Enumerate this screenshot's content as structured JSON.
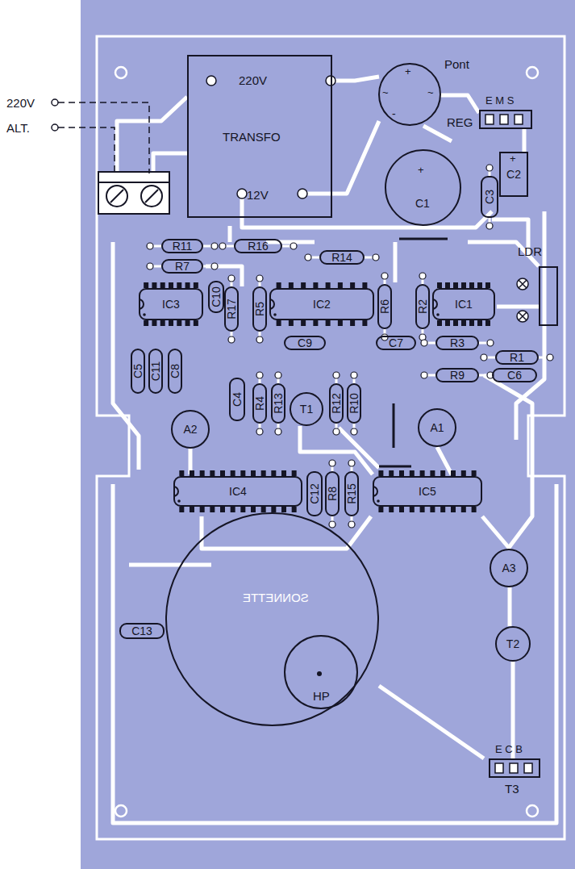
{
  "diagram": {
    "nodes": [
      {
        "text": [
          "220V",
          "TRANSFO",
          "12V"
        ]
      },
      {
        "text": [
          "Pont"
        ]
      },
      {
        "text": [
          "REG"
        ]
      },
      {
        "text": [
          "C1"
        ]
      },
      {
        "text": [
          "C2"
        ]
      },
      {
        "text": [
          "C3"
        ]
      },
      {
        "text": [
          "R11"
        ]
      },
      {
        "text": [
          "R7"
        ]
      },
      {
        "text": [
          "R16"
        ]
      },
      {
        "text": [
          "R14"
        ]
      },
      {
        "text": [
          "IC3"
        ]
      },
      {
        "text": [
          "C10"
        ]
      },
      {
        "text": [
          "R17"
        ]
      },
      {
        "text": [
          "R5"
        ]
      },
      {
        "text": [
          "IC2"
        ]
      },
      {
        "text": [
          "R6"
        ]
      },
      {
        "text": [
          "R2"
        ]
      },
      {
        "text": [
          "IC1"
        ]
      },
      {
        "text": [
          "LDR"
        ]
      },
      {
        "text": [
          "C9"
        ]
      },
      {
        "text": [
          "C7"
        ]
      },
      {
        "text": [
          "R3"
        ]
      },
      {
        "text": [
          "R1"
        ]
      },
      {
        "text": [
          "R9"
        ]
      },
      {
        "text": [
          "C6"
        ]
      },
      {
        "text": [
          "C5"
        ]
      },
      {
        "text": [
          "C11"
        ]
      },
      {
        "text": [
          "C8"
        ]
      },
      {
        "text": [
          "C4"
        ]
      },
      {
        "text": [
          "R4"
        ]
      },
      {
        "text": [
          "R13"
        ]
      },
      {
        "text": [
          "T1"
        ]
      },
      {
        "text": [
          "R12"
        ]
      },
      {
        "text": [
          "R10"
        ]
      },
      {
        "text": [
          "A2"
        ]
      },
      {
        "text": [
          "A1"
        ]
      },
      {
        "text": [
          "IC4"
        ]
      },
      {
        "text": [
          "C12"
        ]
      },
      {
        "text": [
          "R8"
        ]
      },
      {
        "text": [
          "R15"
        ]
      },
      {
        "text": [
          "IC5"
        ]
      },
      {
        "text": [
          "A3"
        ]
      },
      {
        "text": [
          "SONNETTE"
        ]
      },
      {
        "text": [
          "HP"
        ],
        "in": 42
      },
      {
        "text": [
          "C13"
        ]
      },
      {
        "text": [
          "T2"
        ]
      },
      {
        "text": [
          "T3"
        ]
      }
    ],
    "labels": [
      "220V",
      "ALT.",
      "+",
      "~",
      "~",
      "-",
      "E M S",
      "+",
      "+",
      "E C B"
    ]
  }
}
